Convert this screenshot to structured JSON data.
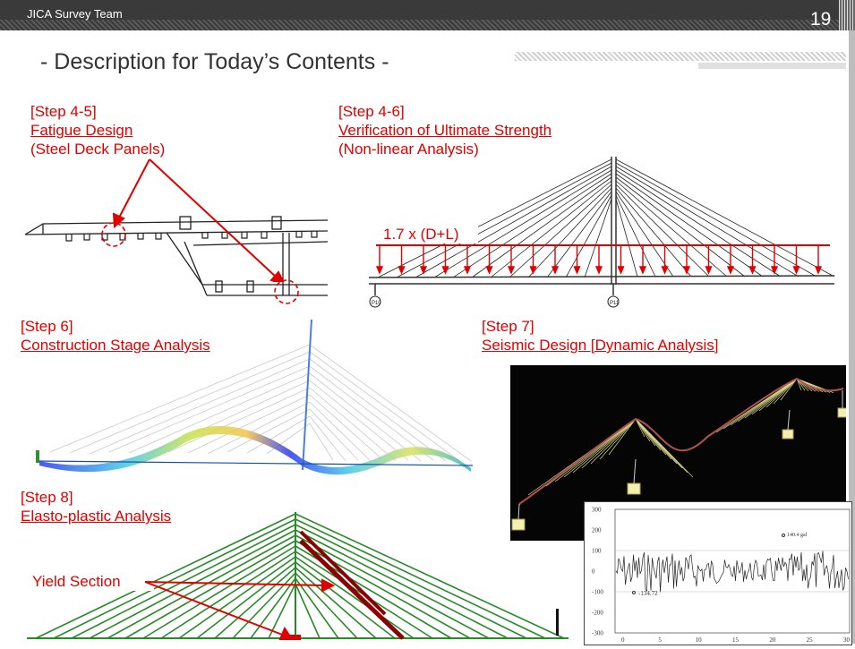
{
  "header": {
    "team": "JICA Survey Team",
    "page": "19"
  },
  "title": "- Description for Today’s Contents -",
  "steps": {
    "s45": {
      "step": "[Step 4-5]",
      "name": "Fatigue Design",
      "sub": "(Steel Deck Panels)"
    },
    "s46": {
      "step": "[Step 4-6]",
      "name": "Verification of Ultimate Strength",
      "sub": "(Non-linear Analysis)",
      "load": "1.7 x (D+L)",
      "pier1": "P10",
      "pier2": "P11"
    },
    "s6": {
      "step": "[Step 6]",
      "name": "Construction Stage Analysis"
    },
    "s7": {
      "step": "[Step 7]",
      "name": "Seismic Design [Dynamic Analysis]"
    },
    "s8": {
      "step": "[Step 8]",
      "name": "Elasto-plastic Analysis",
      "callout": "Yield Section"
    }
  },
  "seismic_chart": {
    "y_ticks": [
      "300",
      "200",
      "100",
      "0",
      "-100",
      "-200",
      "-300"
    ],
    "x_ticks": [
      "0",
      "5",
      "10",
      "15",
      "20",
      "25",
      "30"
    ],
    "max_label": "140.4 gal",
    "min_label": "-134.72"
  },
  "colors": {
    "accent": "#e00000",
    "cable_green": "#2a8a2a",
    "yield": "#8b0000"
  }
}
